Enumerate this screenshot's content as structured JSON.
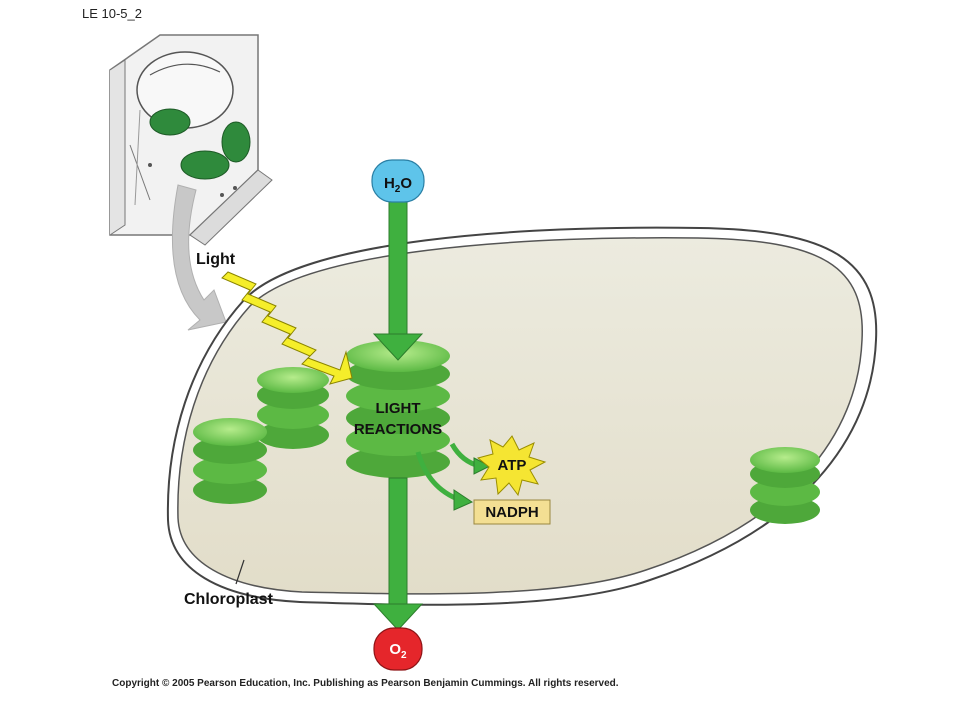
{
  "figure_label": "LE 10-5_2",
  "labels": {
    "light": "Light",
    "chloroplast": "Chloroplast",
    "light_reactions_line1": "LIGHT",
    "light_reactions_line2": "REACTIONS",
    "atp": "ATP",
    "nadph": "NADPH"
  },
  "water": {
    "base": "H",
    "sub": "2",
    "tail": "O"
  },
  "oxygen": {
    "base": "O",
    "sub": "2"
  },
  "copyright": "Copyright © 2005 Pearson Education, Inc. Publishing as Pearson Benjamin Cummings. All rights reserved.",
  "colors": {
    "water_node": "#5ec4ea",
    "oxygen_node": "#e5262b",
    "arrow_green": "#3fb03f",
    "thylakoid_light": "#8fd66a",
    "thylakoid_dark": "#4ea83a",
    "stroma": "#e6e2d4",
    "atp_burst": "#f5e532",
    "nadph_box": "#f3df93",
    "light_bolt": "#f5ee2a"
  }
}
